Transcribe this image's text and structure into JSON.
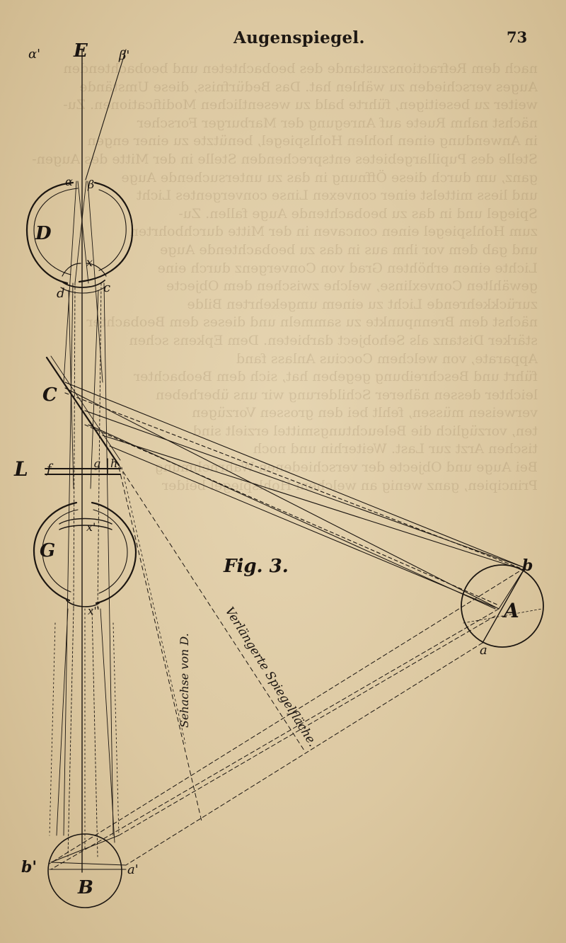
{
  "page": {
    "header_title": "Augenspiegel.",
    "page_number": "73"
  },
  "figure": {
    "caption": "Fig. 3.",
    "labels": {
      "alpha_top": "α'",
      "E": "E",
      "beta_top": "β'",
      "alpha_small": "α",
      "beta_small": "β",
      "D": "D",
      "x_upper": "x",
      "d": "d",
      "c": "c",
      "C": "C",
      "L": "L",
      "f": "f",
      "g": "g",
      "h": "h",
      "x_prime": "x'",
      "G": "G",
      "x_double": "x''",
      "b": "b",
      "A": "A",
      "a": "a",
      "b_prime": "b'",
      "B": "B",
      "a_prime": "a'"
    },
    "axis_label_vertical": "Sehachse von D.",
    "axis_label_diagonal": "Verlängerte Spiegelfläche."
  }
}
